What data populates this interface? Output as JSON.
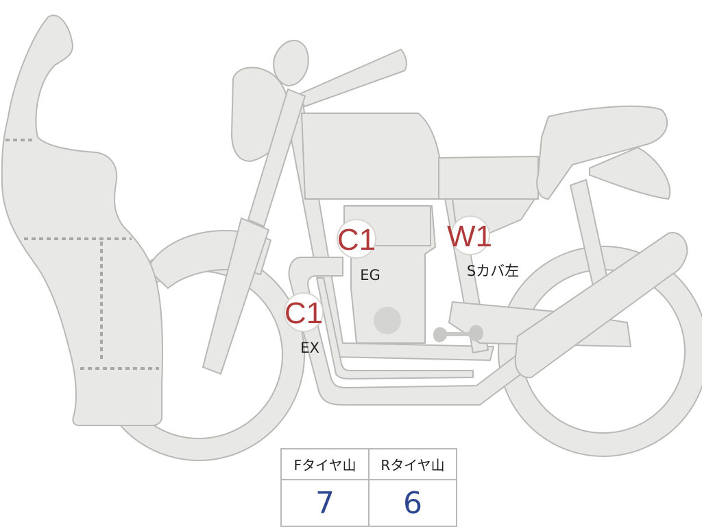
{
  "colors": {
    "part_fill": "#e8e8e6",
    "part_stroke": "#b8b8b6",
    "damage_code": "#b03a3a",
    "tire_value": "#2d4890"
  },
  "markers": [
    {
      "code": "C1",
      "label": "EG"
    },
    {
      "code": "C1",
      "label": "EX"
    },
    {
      "code": "W1",
      "label": "Sカバ左"
    }
  ],
  "tire_table": {
    "front_header": "Fタイヤ山",
    "rear_header": "Rタイヤ山",
    "front_value": "7",
    "rear_value": "6"
  }
}
